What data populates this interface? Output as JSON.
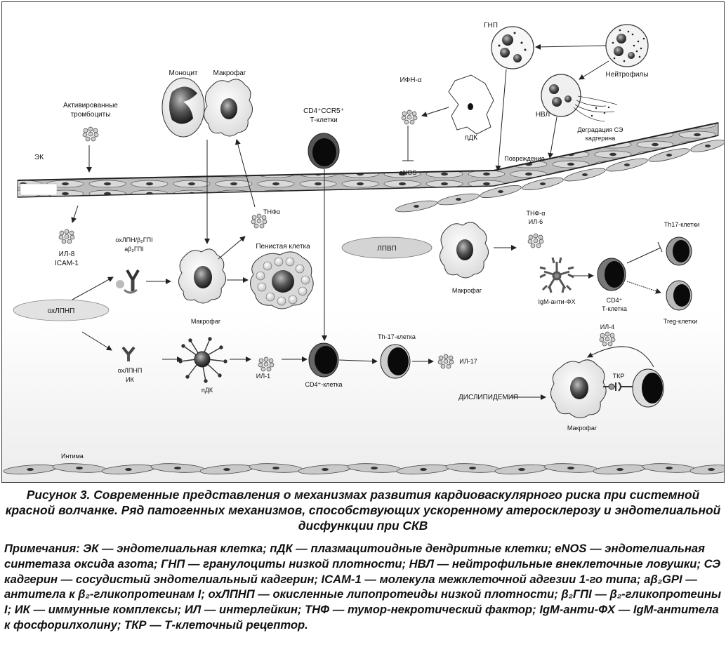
{
  "diagram": {
    "labels": {
      "ek": "ЭК",
      "act_platelets_1": "Активированные",
      "act_platelets_2": "тромбоциты",
      "monocyte": "Моноцит",
      "macrophage_top": "Макрофаг",
      "cd4ccr5_1": "CD4⁺CCR5⁺",
      "cd4ccr5_2": "Т-клетки",
      "ifn": "ИФН-α",
      "pdc_top": "пДК",
      "enos": "eNOS",
      "gnp": "ГНП",
      "neutrophils": "Нейтрофилы",
      "nvl": "НВЛ",
      "cadherin_1": "Деградация СЭ",
      "cadherin_2": "кадгерина",
      "damage": "Повреждение",
      "il8": "ИЛ-8",
      "icam": "ICAM-1",
      "oxldl_b2gpi_1": "охЛПН/β₂ГПI",
      "oxldl_b2gpi_2": "aβ₂ГПI",
      "tnf_left": "ТНФα",
      "foam": "Пенистая клетка",
      "macrophage_mid": "Макрофаг",
      "oxldl": "охЛПНП",
      "oxldl_ik_1": "охЛПНП",
      "oxldl_ik_2": "ИК",
      "pdc_bottom": "пДК",
      "il1": "ИЛ-1",
      "cd4cell": "CD4⁺-клетка",
      "th17cell": "Th-17-клетка",
      "il17": "ИЛ-17",
      "lpvp": "ЛПВП",
      "macrophage_right": "Макрофаг",
      "tnf_il6_1": "ТНФ-α",
      "tnf_il6_2": "ИЛ-6",
      "igm": "IgM-анти-ФХ",
      "cd4t_1": "CD4⁺",
      "cd4t_2": "Т-клетка",
      "th17cells": "Th17-клетки",
      "treg": "Treg-клетки",
      "il4": "ИЛ-4",
      "tkr": "ТКР",
      "dyslip": "ДИСЛИПИДЕМИЯ",
      "macrophage_br": "Макрофаг",
      "intima": "Интима"
    }
  },
  "caption": "Рисунок 3. Современные представления о механизмах развития кардиоваскулярного риска при системной красной волчанке. Ряд патогенных механизмов, способствующих ускоренному атеросклерозу и эндотелиальной дисфункции при СКВ",
  "notes": "Примечания: ЭК — эндотелиальная клетка; пДК — плазмацитоидные дендритные клетки; eNOS — эндотелиальная синтетаза оксида азота; ГНП — гранулоциты низкой плотности; НВЛ — нейтрофильные внеклеточные ловушки; СЭ кадгерин — сосудистый эндотелиальный кадгерин; ICAM-1 — молекула межклеточной адгезии 1-го типа; aβ₂GPI — антитела к β₂-гликопротеинам I; охЛПНП — окисленные липопротеиды низкой плотности; β₂ГПI — β₂-гликопротеины I; ИК — иммунные комплексы; ИЛ — интерлейкин; ТНФ — тумор-некротический фактор; IgM-анти-ФХ — IgM-антитела к фосфорилхолину; ТКР — Т-клеточный рецептор."
}
